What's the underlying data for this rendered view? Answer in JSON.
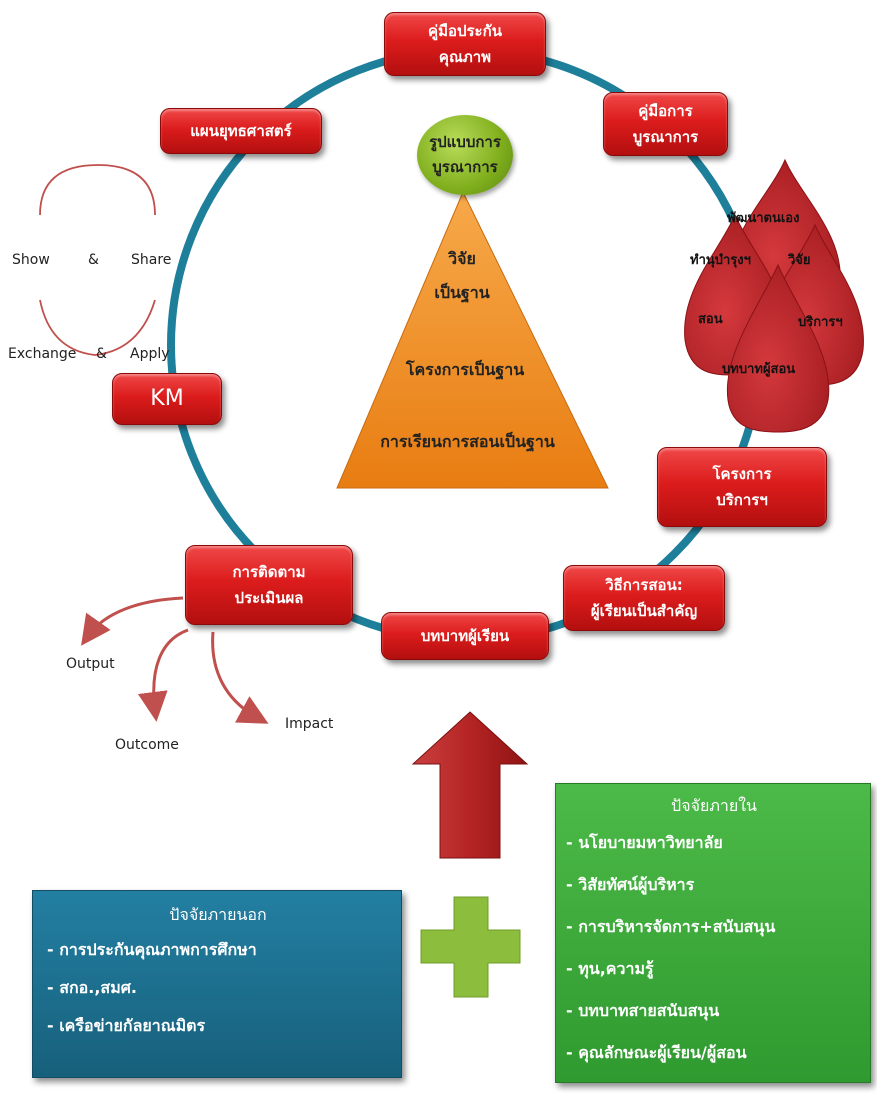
{
  "center_circle": [
    "รูปแบบการ",
    "บูรณาการ"
  ],
  "pyramid": {
    "top": [
      "วิจัย",
      "เป็นฐาน"
    ],
    "middle": "โครงการเป็นฐาน",
    "bottom": "การเรียนการสอนเป็นฐาน"
  },
  "boxes": {
    "quality_manual": [
      "คู่มือประกัน",
      "คุณภาพ"
    ],
    "integration_manual": [
      "คู่มือการ",
      "บูรณาการ"
    ],
    "strategic_plan": "แผนยุทธศาสตร์",
    "km": "KM",
    "service_project": [
      "โครงการ",
      "บริการฯ"
    ],
    "teaching_method": [
      "วิธีการสอน:",
      "ผู้เรียนเป็นสำคัญ"
    ],
    "student_role": "บทบาทผู้เรียน",
    "monitoring": [
      "การติดตาม",
      "ประเมินผล"
    ]
  },
  "petals": {
    "self_development": "พัฒนาตนเอง",
    "art_culture": "ทำนุบำรุงฯ",
    "research": "วิจัย",
    "teaching": "สอน",
    "service": "บริการฯ",
    "teacher_role": "บทบาทผู้สอน"
  },
  "km_cycle": {
    "show": "Show",
    "amp1": "&",
    "share": "Share",
    "exchange": "Exchange",
    "amp2": "&",
    "apply": "Apply"
  },
  "results": {
    "output": "Output",
    "outcome": "Outcome",
    "impact": "Impact"
  },
  "external_factors": {
    "title": "ปัจจัยภายนอก",
    "items": [
      "- การประกันคุณภาพการศึกษา",
      "- สกอ.,สมศ.",
      "- เครือข่ายกัลยาณมิตร"
    ]
  },
  "internal_factors": {
    "title": "ปัจจัยภายใน",
    "items": [
      "- นโยบายมหาวิทยาลัย",
      "- วิสัยทัศน์ผู้บริหาร",
      "- การบริหารจัดการ+สนับสนุน",
      "- ทุน,ความรู้",
      "- บทบาทสายสนับสนุน",
      "- คุณลักษณะผู้เรียน/ผู้สอน"
    ]
  },
  "colors": {
    "ring": "#1e7f9a",
    "box_red": "#dc1c1c",
    "pyramid_orange": "#f08a24",
    "center_green": "#8bbb2a",
    "external_panel": "#1c6f8e",
    "internal_panel": "#3aa83a",
    "plus_green": "#8cbd3c",
    "arrow_red": "#b82a2a",
    "petal_red": "#c0282c",
    "result_arrows": "#c0504d"
  }
}
